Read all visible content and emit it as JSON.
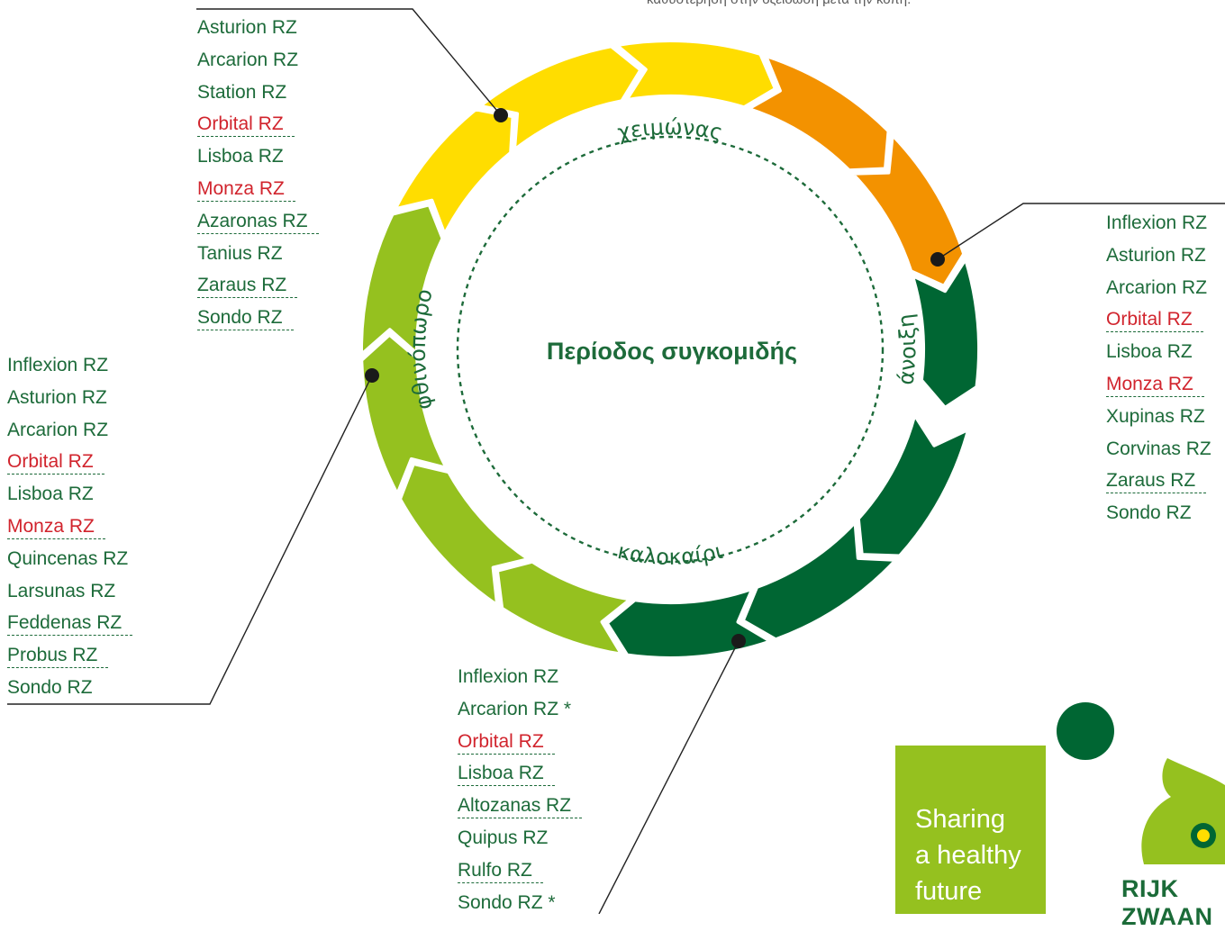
{
  "top_note": "καθυστέρηση στην οξείδωση μετά την κοπή.",
  "center_title": "Περίοδος συγκομιδής",
  "seasons": {
    "winter": "χειμώνας",
    "spring": "άνοιξη",
    "summer": "καλοκαίρι",
    "autumn": "φθινόπωρο"
  },
  "colors": {
    "dark_green": "#006633",
    "light_green": "#95c11f",
    "yellow": "#ffdd00",
    "orange": "#f39200",
    "text_green": "#1d6b3a",
    "text_red": "#d1242d"
  },
  "lists": {
    "winter": [
      {
        "name": "Asturion  RZ",
        "red": false,
        "dashed": false,
        "star": false
      },
      {
        "name": "Arcarion RZ",
        "red": false,
        "dashed": false,
        "star": false
      },
      {
        "name": "Station RZ",
        "red": false,
        "dashed": false,
        "star": false
      },
      {
        "name": "Orbital RZ",
        "red": true,
        "dashed": true,
        "star": false
      },
      {
        "name": "Lisboa RZ",
        "red": false,
        "dashed": false,
        "star": false
      },
      {
        "name": "Monza RZ",
        "red": true,
        "dashed": true,
        "star": false
      },
      {
        "name": "Azaronas RZ",
        "red": false,
        "dashed": true,
        "star": false
      },
      {
        "name": "Tanius RZ",
        "red": false,
        "dashed": false,
        "star": false
      },
      {
        "name": "Zaraus RZ",
        "red": false,
        "dashed": true,
        "star": false
      },
      {
        "name": "Sondo RZ",
        "red": false,
        "dashed": true,
        "star": false
      }
    ],
    "spring": [
      {
        "name": "Inflexion RZ",
        "red": false,
        "dashed": false,
        "star": false
      },
      {
        "name": "Asturion  RZ",
        "red": false,
        "dashed": false,
        "star": false
      },
      {
        "name": "Arcarion RZ",
        "red": false,
        "dashed": false,
        "star": false
      },
      {
        "name": "Orbital RZ",
        "red": true,
        "dashed": true,
        "star": false
      },
      {
        "name": "Lisboa RZ",
        "red": false,
        "dashed": false,
        "star": false
      },
      {
        "name": "Monza RZ",
        "red": true,
        "dashed": true,
        "star": false
      },
      {
        "name": "Xupinas RZ",
        "red": false,
        "dashed": false,
        "star": false
      },
      {
        "name": "Corvinas RZ",
        "red": false,
        "dashed": false,
        "star": false
      },
      {
        "name": "Zaraus RZ",
        "red": false,
        "dashed": true,
        "star": false
      },
      {
        "name": "Sondo RZ",
        "red": false,
        "dashed": false,
        "star": false
      }
    ],
    "autumn": [
      {
        "name": "Inflexion RZ",
        "red": false,
        "dashed": false,
        "star": false
      },
      {
        "name": "Asturion  RZ",
        "red": false,
        "dashed": false,
        "star": false
      },
      {
        "name": "Arcarion RZ",
        "red": false,
        "dashed": false,
        "star": false
      },
      {
        "name": "Orbital RZ",
        "red": true,
        "dashed": true,
        "star": false
      },
      {
        "name": "Lisboa RZ",
        "red": false,
        "dashed": false,
        "star": false
      },
      {
        "name": "Monza RZ",
        "red": true,
        "dashed": true,
        "star": false
      },
      {
        "name": "Quincenas RZ",
        "red": false,
        "dashed": false,
        "star": false
      },
      {
        "name": "Larsunas RZ",
        "red": false,
        "dashed": false,
        "star": false
      },
      {
        "name": "Feddenas RZ",
        "red": false,
        "dashed": true,
        "star": false
      },
      {
        "name": "Probus RZ",
        "red": false,
        "dashed": true,
        "star": false
      },
      {
        "name": "Sondo RZ",
        "red": false,
        "dashed": false,
        "star": false
      }
    ],
    "summer": [
      {
        "name": "Inflexion RZ",
        "red": false,
        "dashed": false,
        "star": false
      },
      {
        "name": "Arcarion RZ",
        "red": false,
        "dashed": false,
        "star": true
      },
      {
        "name": "Orbital RZ",
        "red": true,
        "dashed": true,
        "star": false
      },
      {
        "name": "Lisboa RZ",
        "red": false,
        "dashed": true,
        "star": false
      },
      {
        "name": "Altozanas RZ",
        "red": false,
        "dashed": true,
        "star": false
      },
      {
        "name": "Quipus RZ",
        "red": false,
        "dashed": false,
        "star": false
      },
      {
        "name": "Rulfo RZ",
        "red": false,
        "dashed": true,
        "star": false
      },
      {
        "name": "Sondo RZ",
        "red": false,
        "dashed": false,
        "star": true
      }
    ]
  },
  "brand": {
    "tagline": [
      "Sharing",
      "a healthy",
      "future"
    ],
    "wordmark": "RIJK ZWAAN"
  }
}
